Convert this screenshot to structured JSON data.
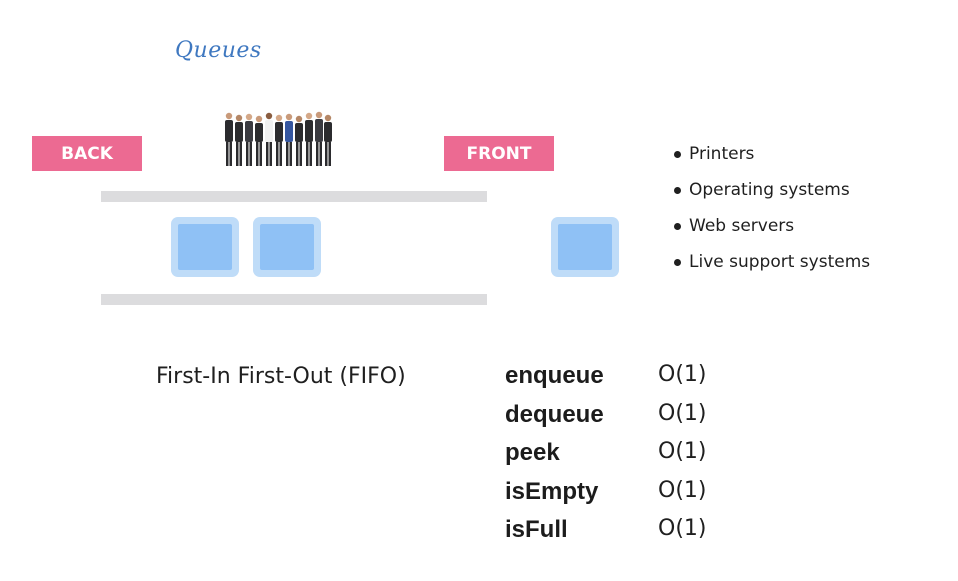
{
  "title": "Queues",
  "labels": {
    "back": "BACK",
    "front": "FRONT"
  },
  "image": {
    "icon": "people-in-line"
  },
  "colors": {
    "tag": "#ec6a92",
    "box_outer": "#bfdcf8",
    "box_inner": "#8fc1f5",
    "rail": "#dcdcde",
    "title": "#3f78c0"
  },
  "uses": [
    "Printers",
    "Operating systems",
    "Web servers",
    "Live support systems"
  ],
  "fifo": "First-In First-Out (FIFO)",
  "operations": [
    {
      "name": "enqueue",
      "complexity": "O(1)"
    },
    {
      "name": "dequeue",
      "complexity": "O(1)"
    },
    {
      "name": "peek",
      "complexity": "O(1)"
    },
    {
      "name": "isEmpty",
      "complexity": "O(1)"
    },
    {
      "name": "isFull",
      "complexity": "O(1)"
    }
  ]
}
